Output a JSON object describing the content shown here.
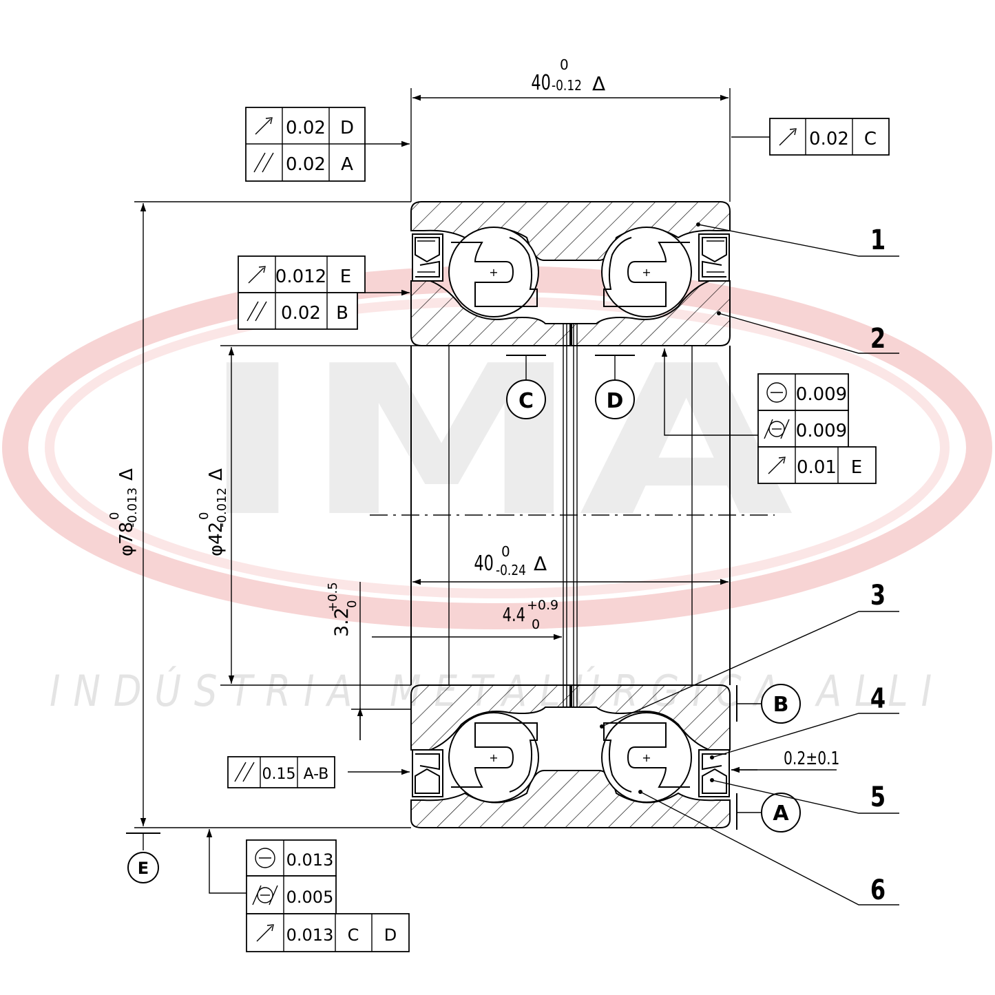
{
  "watermark": {
    "logo": "IMA",
    "company": "INDÚSTRIA METALÚRGICA ALLI",
    "ring_color": "#f6c9c9",
    "logo_color": "#ececec"
  },
  "dimensions": {
    "width_top": {
      "nominal": "40",
      "upper": "0",
      "lower": "-0.12",
      "symbol": "Δ"
    },
    "width_inner": {
      "nominal": "40",
      "upper": "0",
      "lower": "-0.24",
      "symbol": "Δ"
    },
    "outer_diameter": {
      "nominal": "φ78",
      "upper": "0",
      "lower": "-0.013",
      "symbol": "Δ"
    },
    "bore_diameter": {
      "nominal": "φ42",
      "upper": "0",
      "lower": "-0.012",
      "symbol": "Δ"
    },
    "gap_4_4": {
      "nominal": "4.4",
      "upper": "+0.9",
      "lower": "0"
    },
    "gap_3_2": {
      "nominal": "3.2",
      "upper": "+0.5",
      "lower": "0"
    },
    "seal_offset": "0.2±0.1"
  },
  "datums": [
    "A",
    "B",
    "C",
    "D",
    "E"
  ],
  "fcf": {
    "top_left": [
      {
        "symbol": "runout-icon",
        "value": "0.02",
        "datum": "D"
      },
      {
        "symbol": "parallelism-icon",
        "value": "0.02",
        "datum": "A"
      }
    ],
    "top_right": [
      {
        "symbol": "runout-icon",
        "value": "0.02",
        "datum": "C"
      }
    ],
    "mid_left": [
      {
        "symbol": "runout-icon",
        "value": "0.012",
        "datum": "E"
      },
      {
        "symbol": "parallelism-icon",
        "value": "0.02",
        "datum": "B"
      }
    ],
    "mid_right": [
      {
        "symbol": "circularity-icon",
        "value": "0.009"
      },
      {
        "symbol": "cylindricity-icon",
        "value": "0.009"
      },
      {
        "symbol": "runout-icon",
        "value": "0.01",
        "datum": "E"
      }
    ],
    "bottom_left": [
      {
        "symbol": "parallelism-icon",
        "value": "0.15",
        "datum": "A-B"
      }
    ],
    "bottom": [
      {
        "symbol": "circularity-icon",
        "value": "0.013"
      },
      {
        "symbol": "cylindricity-icon",
        "value": "0.005"
      },
      {
        "symbol": "runout-icon",
        "value": "0.013",
        "datum": "C",
        "datum2": "D"
      }
    ]
  },
  "callouts": [
    "1",
    "2",
    "3",
    "4",
    "5",
    "6"
  ]
}
